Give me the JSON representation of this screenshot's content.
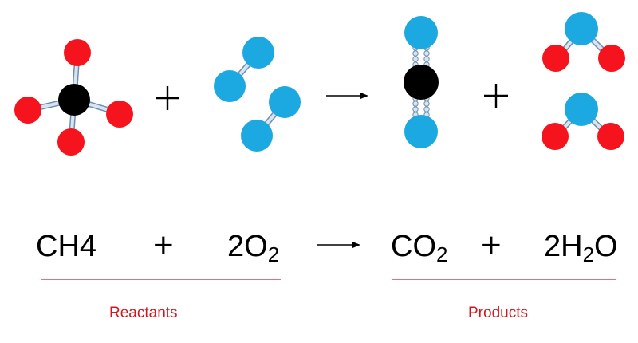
{
  "colors": {
    "carbon": "#000000",
    "oxygen": "#f5141e",
    "hydrogen": "#1ca8e0",
    "bond": "#b5cce0",
    "bond_edge": "#6f8fb0",
    "divider": "#e8707c",
    "caption": "#d4161c"
  },
  "equation": {
    "reactant_1": "CH4",
    "plus_1": "+",
    "reactant_2_coef": "2O",
    "reactant_2_sub": "2",
    "product_1_main": "CO",
    "product_1_sub": "2",
    "plus_2": "+",
    "product_2_coef": "2H",
    "product_2_sub": "2",
    "product_2_tail": "O"
  },
  "labels": {
    "reactants": "Reactants",
    "products": "Products"
  }
}
